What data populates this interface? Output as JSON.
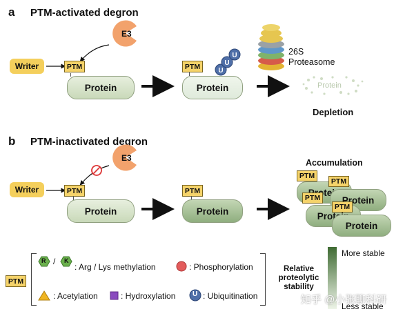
{
  "panel_a": {
    "letter": "a",
    "title": "PTM-activated degron",
    "writer": "Writer",
    "ptm": "PTM",
    "e3": "E3",
    "protein": "Protein",
    "ub": "U",
    "proteasome": "26S\nProteasome",
    "faded_protein": "Protein",
    "depletion": "Depletion"
  },
  "panel_b": {
    "letter": "b",
    "title": "PTM-inactivated degron",
    "writer": "Writer",
    "ptm": "PTM",
    "e3": "E3",
    "protein": "Protein",
    "accumulation": "Accumulation"
  },
  "legend": {
    "ptm": "PTM",
    "r": "R",
    "k": "K",
    "slash": "/",
    "methylation": ": Arg / Lys methylation",
    "phosphorylation": ": Phosphorylation",
    "acetylation": ": Acetylation",
    "hydroxylation": ": Hydroxylation",
    "u": "U",
    "ubiquitination": ": Ubiquitination"
  },
  "stability": {
    "label": "Relative\nproteolytic\nstability",
    "more": "More stable",
    "less": "Less stable"
  },
  "watermark": "知乎 @小张聊科研",
  "colors": {
    "writer": "#f4cf5c",
    "ptm": "#f5d36a",
    "e3": "#f2a26c",
    "ubiquitin": "#4f6fa8",
    "protein_dark": "#8fae7f",
    "protein_light": "#e7efde",
    "legend_green": "#6ab04c",
    "phospho": "#e35c5c",
    "acetyl": "#f0b522",
    "hydroxyl": "#8a4bbf"
  }
}
